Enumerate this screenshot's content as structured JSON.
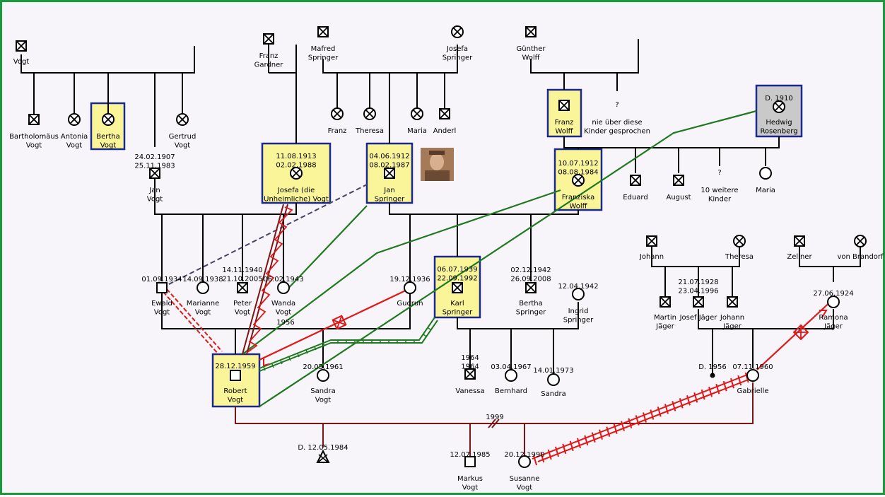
{
  "diagram": {
    "title": "",
    "people": {
      "vogt_top": {
        "name": "Vogt"
      },
      "bartholomaus": {
        "name": "Bartholomäus\nVogt"
      },
      "antonia": {
        "name": "Antonia\nVogt"
      },
      "bertha_vogt": {
        "name": "Bertha\nVogt"
      },
      "jan_vogt": {
        "dates": "24.02.1907\n25.11.1983",
        "name": "Jan\nVogt"
      },
      "gertrud": {
        "name": "Gertrud\nVogt"
      },
      "franz_gardner": {
        "name": "Franz\nGardner"
      },
      "josefa_vogt": {
        "dates": "11.08.1913\n02.02.1988",
        "name": "Josefa (die\nUnheimliche) Vogt"
      },
      "mafred": {
        "name": "Mafred\nSpringer"
      },
      "josefa_springer": {
        "name": "Josefa\nSpringer"
      },
      "franz_s": {
        "name": "Franz"
      },
      "theresa_s": {
        "name": "Theresa"
      },
      "jan_springer": {
        "dates": "04.06.1912\n08.02.1987",
        "name": "Jan\nSpringer"
      },
      "maria_s": {
        "name": "Maria"
      },
      "anderl": {
        "name": "Anderl"
      },
      "gunther": {
        "name": "Günther\nWolff"
      },
      "franz_wolff": {
        "name": "Franz\nWolff"
      },
      "unknown_kids": {
        "mark": "?",
        "name": "nie über diese\nKinder gesprochen"
      },
      "hedwig": {
        "dates": "D. 1910",
        "name": "Hedwig\nRosenberg"
      },
      "franziska": {
        "dates": "10.07.1912\n08.08.1984",
        "name": "Franziska\nWolff"
      },
      "eduard": {
        "name": "Eduard"
      },
      "august": {
        "name": "August"
      },
      "ten_more": {
        "mark": "?",
        "name": "10 weitere\nKinder"
      },
      "maria_w": {
        "name": "Maria"
      },
      "ewald": {
        "dates": "01.09.1934",
        "name": "Ewald\nVogt"
      },
      "marianne": {
        "dates": "14.09.1938",
        "name": "Marianne\nVogt"
      },
      "peter": {
        "dates": "14.11.1940\n21.10.2005",
        "name": "Peter\nVogt"
      },
      "wanda": {
        "dates": "06.02.1943",
        "name": "Wanda\nVogt"
      },
      "gudrun": {
        "dates": "19.12.1936",
        "name": "Gudrun"
      },
      "karl": {
        "dates": "06.07.1939\n22.09.1992",
        "name": "Karl\nSpringer"
      },
      "bertha_springer": {
        "dates": "02.12.1942\n26.09.2008",
        "name": "Bertha\nSpringer"
      },
      "ingrid": {
        "dates": "12.04.1942",
        "name": "Ingrid\nSpringer"
      },
      "johann": {
        "name": "Johann"
      },
      "theresa_j": {
        "name": "Theresa"
      },
      "martin": {
        "name": "Martin\nJäger"
      },
      "josef": {
        "dates": "21.07.1928\n23.04.1996",
        "name": "Josef Jäger"
      },
      "johann_j": {
        "name": "Johann\nJäger"
      },
      "zellner": {
        "name": "Zellner"
      },
      "von_brandorf": {
        "name": "von Brandorf"
      },
      "ramona": {
        "dates": "27.06.1924",
        "name": "Ramona\nJäger"
      },
      "robert": {
        "dates": "28.12.1959",
        "name": "Robert\nVogt"
      },
      "sandra_v": {
        "dates": "20.05.1961",
        "name": "Sandra\nVogt"
      },
      "vanessa": {
        "dates": "1964\n1964",
        "name": "Vanessa"
      },
      "bernhard": {
        "dates": "03.04.1967",
        "name": "Bernhard"
      },
      "sandra_s": {
        "dates": "14.01.1973",
        "name": "Sandra"
      },
      "stillborn": {
        "dates": "D. 1956",
        "name": ""
      },
      "gabrielle": {
        "dates": "07.11.1960",
        "name": "Gabrielle"
      },
      "stepdeath": {
        "dates": "D. 12.05.1984",
        "name": ""
      },
      "markus": {
        "dates": "12.07.1985",
        "name": "Markus\nVogt"
      },
      "susanne": {
        "dates": "20.12.1990",
        "name": "Susanne\nVogt"
      }
    },
    "union_labels": {
      "ewald_gudrun_year": "1956",
      "divorce_year": "1999"
    },
    "legend_colors": {
      "tree": "#000000",
      "marriage": "#7a1515",
      "green": "#1f7a1f",
      "red": "#e01818",
      "dashed": "#444466",
      "frame": "#1a9a3a",
      "highlight": "#fbf59a",
      "deceased_box": "#c9c9c9"
    }
  }
}
